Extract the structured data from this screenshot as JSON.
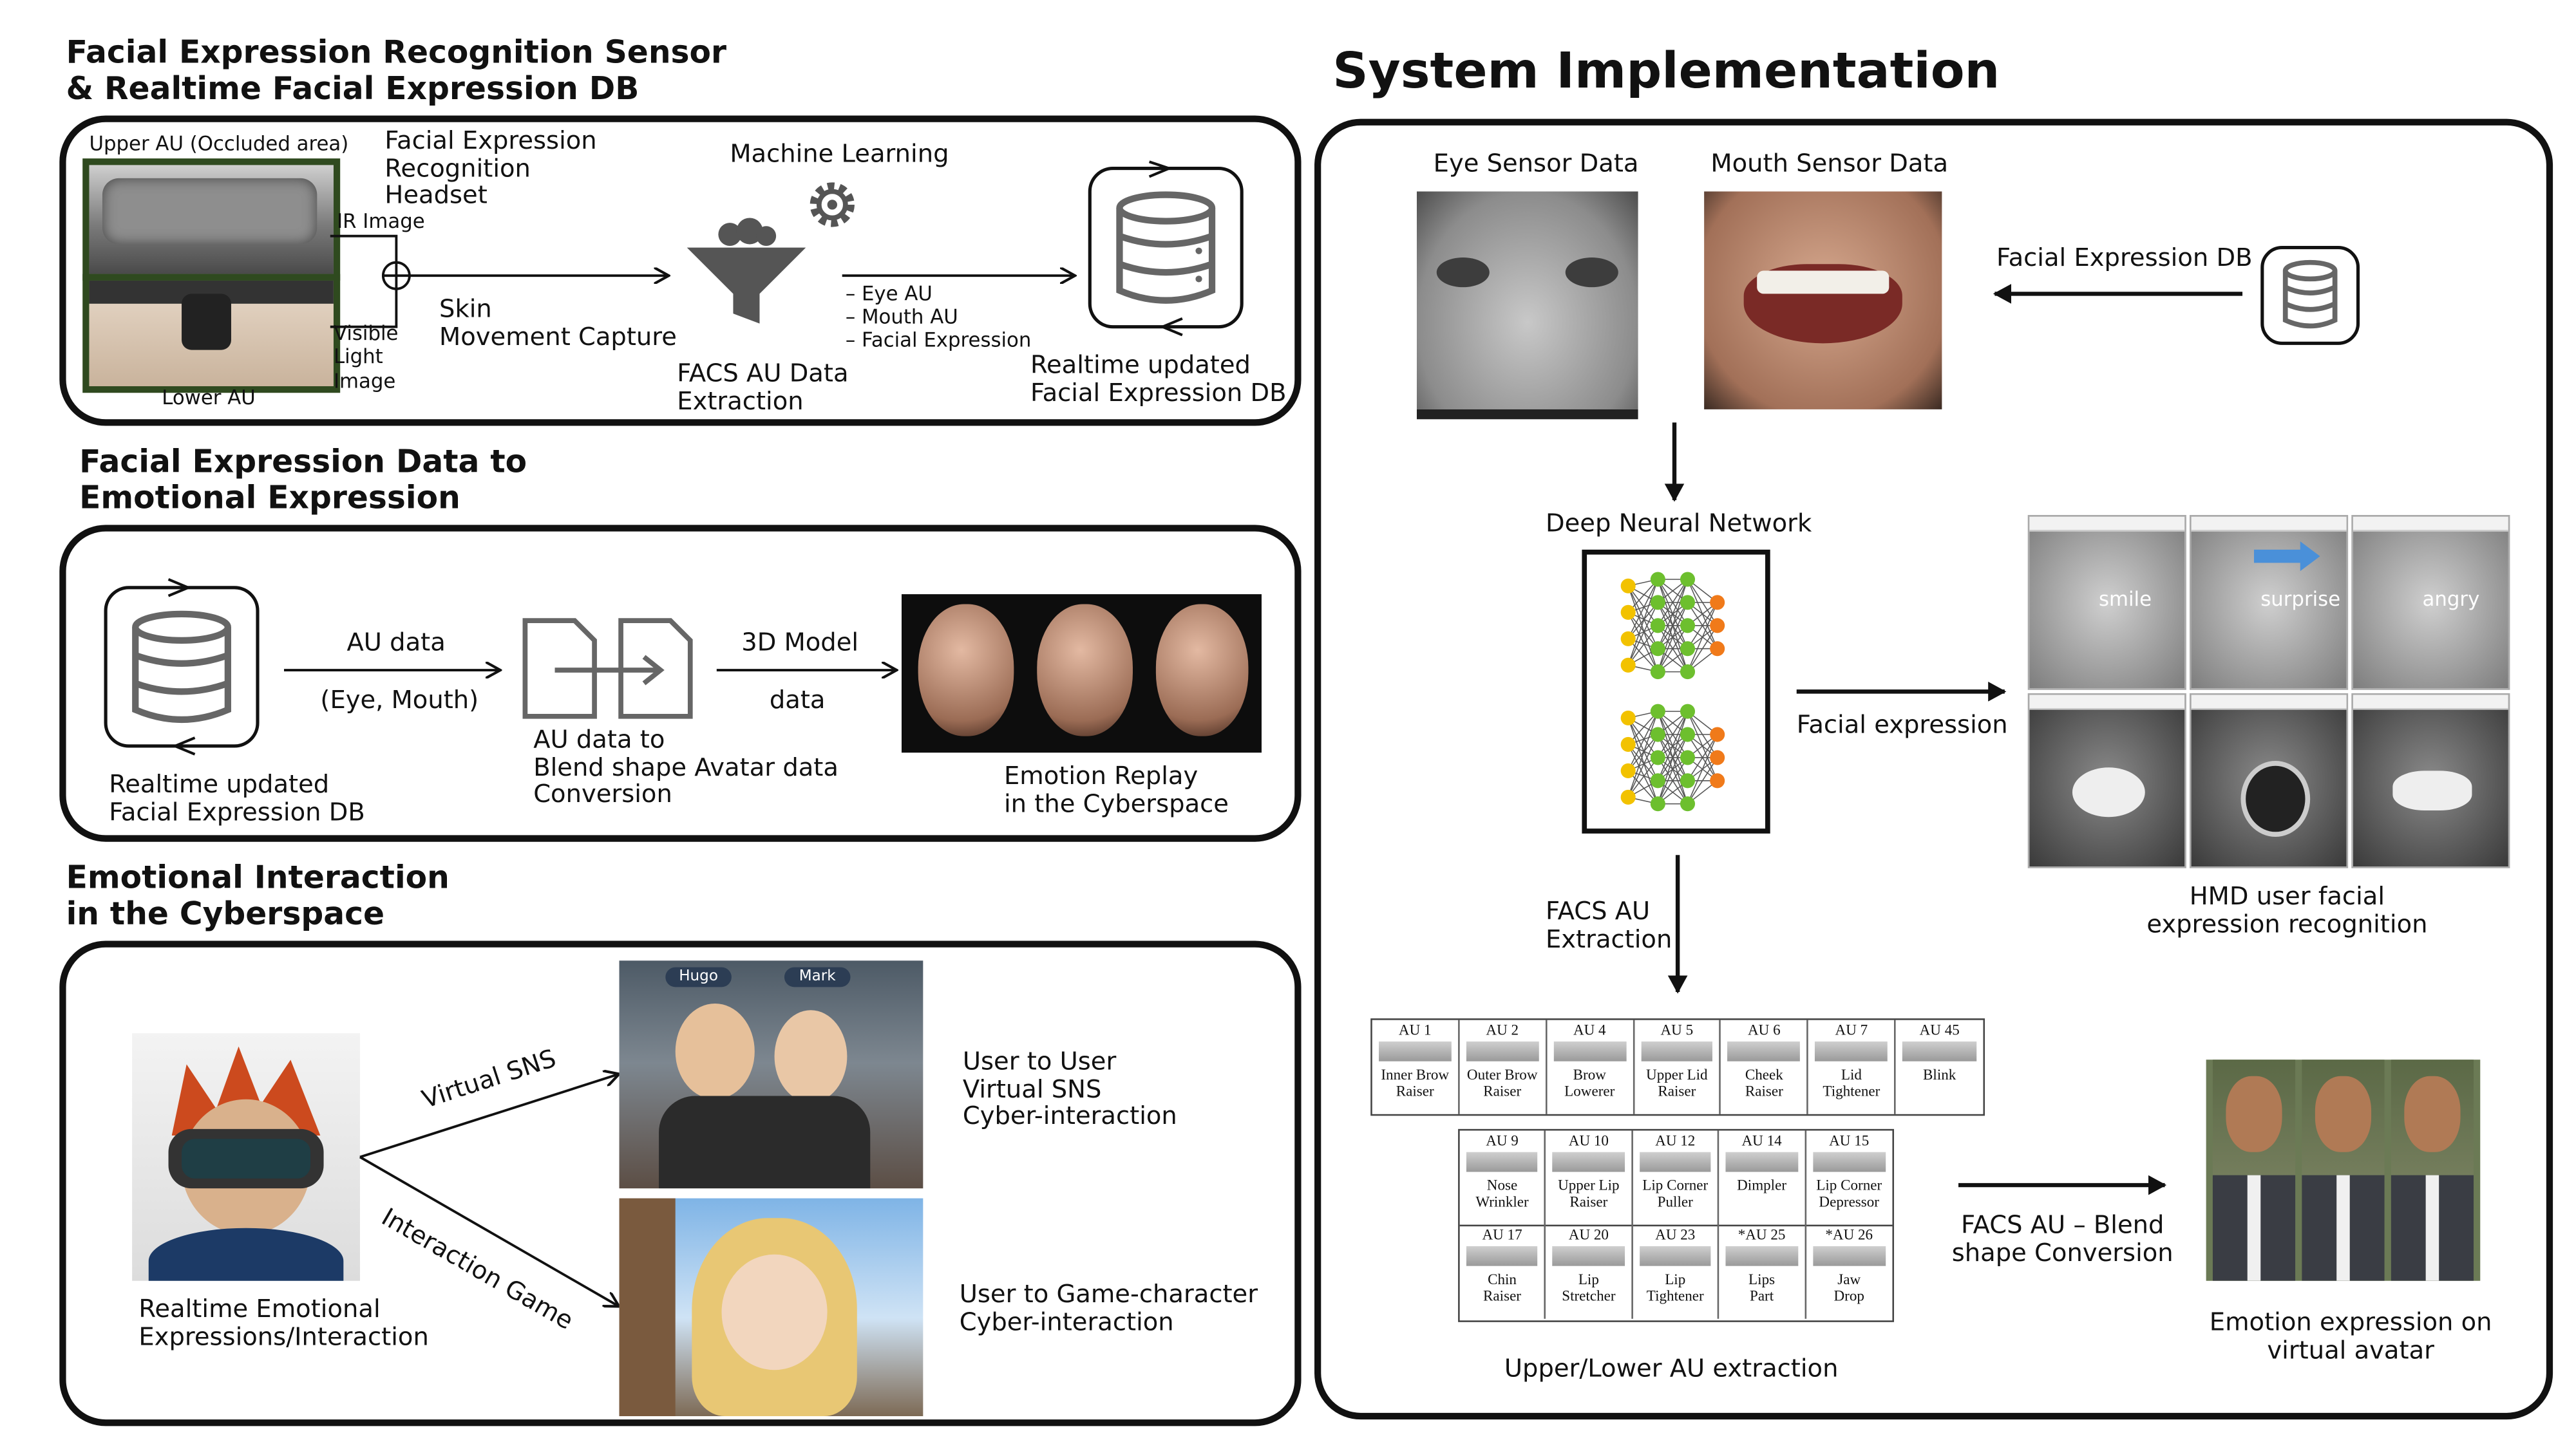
{
  "left": {
    "section1": {
      "title": "Facial Expression Recognition Sensor\n& Realtime Facial Expression DB",
      "upper_au_label": "Upper AU (Occluded area)",
      "lower_au_label": "Lower AU",
      "headset_label": "Facial Expression\nRecognition\nHeadset",
      "ir_label": "IR Image",
      "visible_label": "Visible\nLight\nImage",
      "skin_label": "Skin\nMovement Capture",
      "ml_label": "Machine Learning",
      "facs_label": "FACS AU Data\nExtraction",
      "au_list": "– Eye AU\n– Mouth AU\n– Facial Expression",
      "db_label": "Realtime updated\nFacial Expression DB"
    },
    "section2": {
      "title": "Facial Expression Data to\nEmotional Expression",
      "db_label": "Realtime updated\nFacial Expression DB",
      "au_data": "AU data",
      "eye_mouth": "(Eye, Mouth)",
      "conversion_label": "AU data to\nBlend shape Avatar data\nConversion",
      "model_3d": "3D Model",
      "model_data": "data",
      "replay_label": "Emotion Replay\nin the Cyberspace"
    },
    "section3": {
      "title": "Emotional Interaction\nin the Cyberspace",
      "realtime_label": "Realtime Emotional\nExpressions/Interaction",
      "virtual_sns": "Virtual SNS",
      "interaction_game": "Interaction Game",
      "sns_desc": "User to User\nVirtual SNS\nCyber-interaction",
      "game_desc": "User to Game-character\nCyber-interaction",
      "name_tag_1": "Hugo",
      "name_tag_2": "Mark"
    }
  },
  "right": {
    "title": "System Implementation",
    "eye_sensor": "Eye Sensor Data",
    "mouth_sensor": "Mouth Sensor Data",
    "db_label": "Facial Expression DB",
    "dnn_label": "Deep Neural Network",
    "facial_expression": "Facial expression",
    "hmd_label": "HMD user facial\nexpression recognition",
    "expressions": [
      "smile",
      "surprise",
      "angry"
    ],
    "facs_extraction": "FACS AU\nExtraction",
    "upper_lower": "Upper/Lower AU extraction",
    "blend_label": "FACS AU – Blend\nshape Conversion",
    "avatar_label": "Emotion expression on\nvirtual avatar",
    "au_table": {
      "row1": [
        {
          "au": "AU 1",
          "name": "Inner Brow\nRaiser"
        },
        {
          "au": "AU 2",
          "name": "Outer Brow\nRaiser"
        },
        {
          "au": "AU 4",
          "name": "Brow\nLowerer"
        },
        {
          "au": "AU 5",
          "name": "Upper Lid\nRaiser"
        },
        {
          "au": "AU 6",
          "name": "Cheek\nRaiser"
        },
        {
          "au": "AU 7",
          "name": "Lid\nTightener"
        },
        {
          "au": "AU 45",
          "name": "Blink"
        }
      ],
      "row2": [
        {
          "au": "AU 9",
          "name": "Nose\nWrinkler"
        },
        {
          "au": "AU 10",
          "name": "Upper Lip\nRaiser"
        },
        {
          "au": "AU 12",
          "name": "Lip Corner\nPuller"
        },
        {
          "au": "AU 14",
          "name": "Dimpler"
        },
        {
          "au": "AU 15",
          "name": "Lip Corner\nDepressor"
        }
      ],
      "row3": [
        {
          "au": "AU 17",
          "name": "Chin\nRaiser"
        },
        {
          "au": "AU 20",
          "name": "Lip\nStretcher"
        },
        {
          "au": "AU 23",
          "name": "Lip\nTightener"
        },
        {
          "au": "*AU 25",
          "name": "Lips\nPart"
        },
        {
          "au": "*AU 26",
          "name": "Jaw\nDrop"
        }
      ]
    }
  }
}
